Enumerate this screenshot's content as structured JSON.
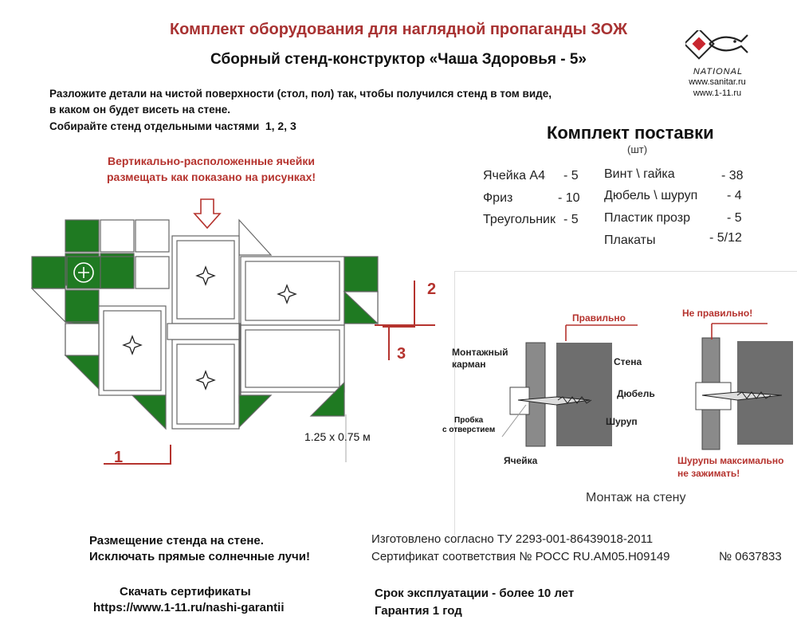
{
  "header": {
    "title": "Комплект оборудования для наглядной пропаганды ЗОЖ",
    "subtitle": "Сборный стенд-конструктор «Чаша Здоровья - 5»"
  },
  "logo": {
    "brand": "NATIONAL",
    "site1": "www.sanitar.ru",
    "site2": "www.1-11.ru",
    "accent_color": "#c8262f"
  },
  "instructions": {
    "line1": "Разложите детали на чистой поверхности (стол, пол) так, чтобы получился стенд в том виде,",
    "line2": "в каком он будет висеть на стене.",
    "line3": "Собирайте стенд отдельными частями",
    "parts": "1, 2, 3"
  },
  "warning": {
    "line1": "Вертикально-расположенные ячейки",
    "line2": "размещать как показано на рисунках!"
  },
  "kit": {
    "title": "Комплект поставки",
    "unit": "(шт)",
    "left": [
      {
        "name": "Ячейка А4",
        "qty": "- 5"
      },
      {
        "name": "Фриз",
        "qty": "- 10"
      },
      {
        "name": "Треугольник",
        "qty": "- 5"
      }
    ],
    "right": [
      {
        "name": "Винт \\ гайка",
        "qty": "- 38"
      },
      {
        "name": "Дюбель \\ шуруп",
        "qty": "- 4"
      },
      {
        "name": "Пластик прозр",
        "qty": "- 5"
      },
      {
        "name": "Плакаты",
        "qty": "- 5/12"
      }
    ]
  },
  "diagram": {
    "size": "1.25 х 0.75 м",
    "part1": "1",
    "part2": "2",
    "part3": "3",
    "green": "#1f7a22"
  },
  "mount": {
    "correct": "Правильно",
    "wrong": "Не правильно!",
    "pocket1": "Монтажный",
    "pocket2": "карман",
    "wall": "Стена",
    "dowel": "Дюбель",
    "screw": "Шуруп",
    "plug1": "Пробка",
    "plug2": "с отверстием",
    "cell": "Ячейка",
    "warn1": "Шурупы максимально",
    "warn2": "не зажимать!",
    "caption": "Монтаж на стену"
  },
  "footer": {
    "placement1": "Размещение стенда на стене.",
    "placement2": "Исключать прямые солнечные лучи!",
    "download1": "Скачать сертификаты",
    "download2": "https://www.1-11.ru/nashi-garantii",
    "made": "Изготовлено согласно ТУ 2293-001-86439018-2011",
    "cert": "Сертификат соответствия № РОСС RU.АМ05.Н09149",
    "cert_no": "№ 0637833",
    "lifetime": "Срок эксплуатации - более 10 лет",
    "warranty": "Гарантия 1 год"
  }
}
